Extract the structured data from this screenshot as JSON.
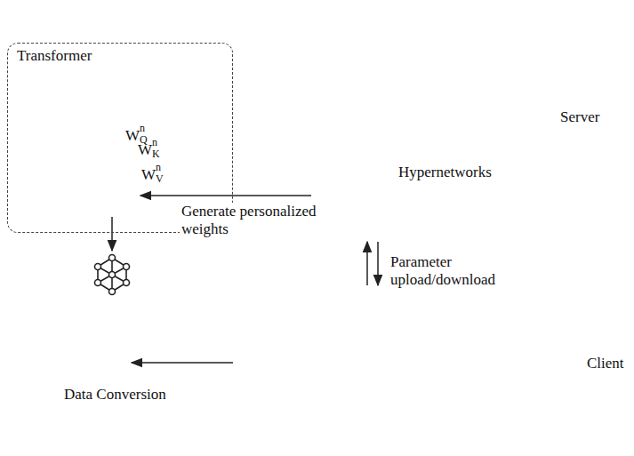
{
  "diagram": {
    "nodes": [
      {
        "text": [
          "Server"
        ]
      },
      {
        "text": [
          "Hypernetworks"
        ],
        "in": 0
      },
      {
        "text": [
          "Transformer"
        ]
      },
      {
        "text": [
          "Client"
        ]
      },
      {
        "text": [
          "Data Conversion"
        ]
      }
    ],
    "edges": [
      {
        "from": 1,
        "to": 2,
        "arrow": "to",
        "label": "Generate personalized weights"
      },
      {
        "from": 0,
        "to": 3,
        "arrow": "both",
        "label": "Parameter upload/download"
      },
      {
        "from": 3,
        "to": 4,
        "arrow": "to"
      }
    ],
    "labels": [
      "W",
      "n",
      "Q",
      "W",
      "n",
      "K",
      "W",
      "n",
      "V"
    ]
  }
}
